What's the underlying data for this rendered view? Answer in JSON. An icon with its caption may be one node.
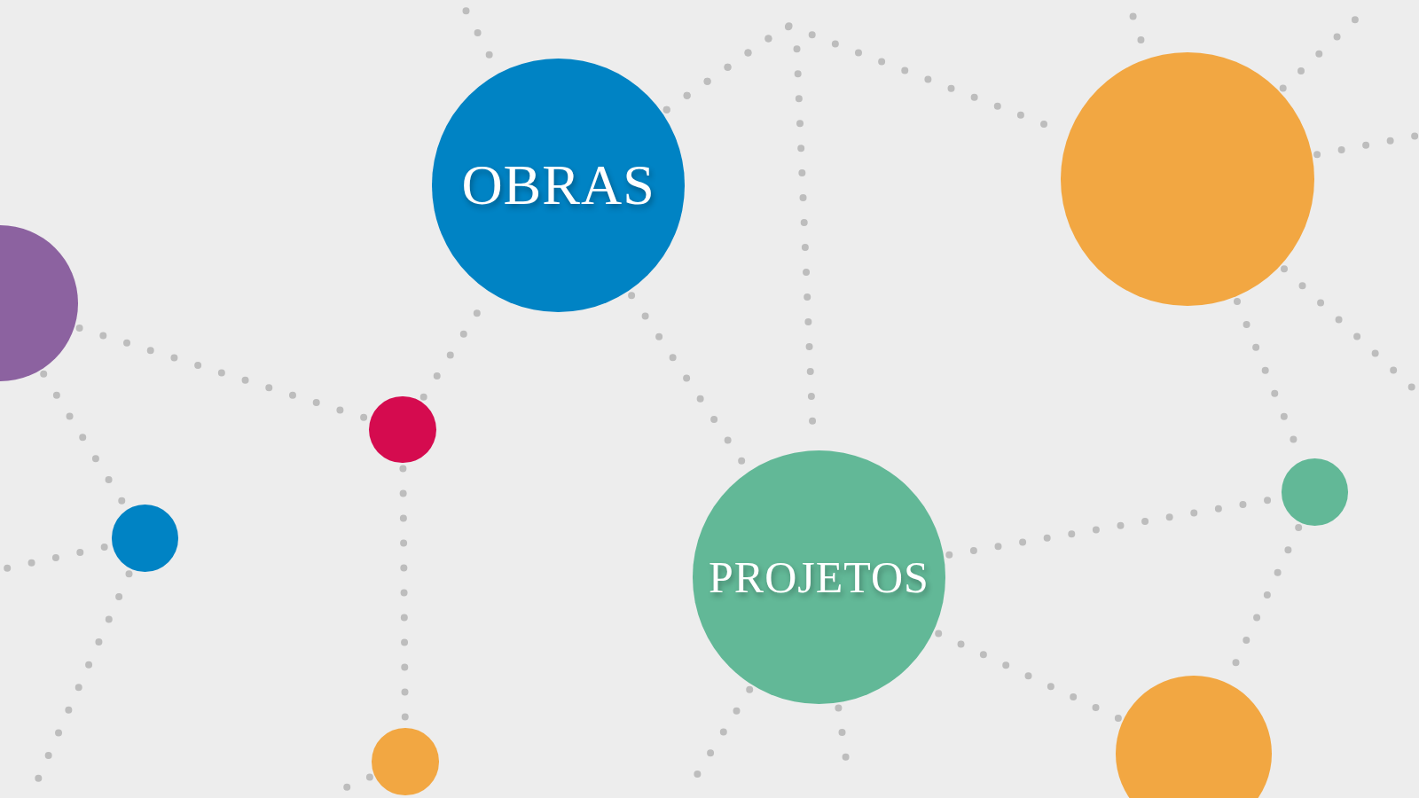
{
  "diagram": {
    "nodes": [
      {
        "text": [],
        "shape": "circle"
      },
      {
        "text": [
          "OBRAS"
        ]
      },
      {
        "text": [],
        "shape": "circle"
      },
      {
        "text": [],
        "shape": "circle"
      },
      {
        "text": [],
        "shape": "circle"
      },
      {
        "text": [
          "PROJETOS"
        ]
      },
      {
        "text": [],
        "shape": "circle"
      },
      {
        "text": [],
        "shape": "circle"
      },
      {
        "text": [],
        "shape": "circle"
      }
    ],
    "edges": [
      {
        "from": 0,
        "to": 3,
        "arrow": "none"
      },
      {
        "from": 0,
        "to": 4,
        "arrow": "none"
      },
      {
        "from": null,
        "to": 4,
        "arrow": "none"
      },
      {
        "from": 4,
        "to": null,
        "arrow": "none"
      },
      {
        "from": 3,
        "to": 1,
        "arrow": "none"
      },
      {
        "from": 3,
        "to": 7,
        "arrow": "none"
      },
      {
        "from": 7,
        "to": null,
        "arrow": "none"
      },
      {
        "from": null,
        "to": 1,
        "arrow": "none"
      },
      {
        "from": 1,
        "to": 2,
        "arrow": "none"
      },
      {
        "from": 1,
        "to": 5,
        "arrow": "none"
      },
      {
        "from": 1,
        "to": 5,
        "arrow": "none"
      },
      {
        "from": 2,
        "to": null,
        "arrow": "none"
      },
      {
        "from": 2,
        "to": null,
        "arrow": "none"
      },
      {
        "from": 2,
        "to": null,
        "arrow": "none"
      },
      {
        "from": 2,
        "to": 6,
        "arrow": "none"
      },
      {
        "from": null,
        "to": 2,
        "arrow": "none"
      },
      {
        "from": 5,
        "to": 6,
        "arrow": "none"
      },
      {
        "from": 5,
        "to": 8,
        "arrow": "none"
      },
      {
        "from": 5,
        "to": null,
        "arrow": "none"
      },
      {
        "from": 5,
        "to": null,
        "arrow": "none"
      },
      {
        "from": 6,
        "to": 8,
        "arrow": "none"
      }
    ]
  }
}
